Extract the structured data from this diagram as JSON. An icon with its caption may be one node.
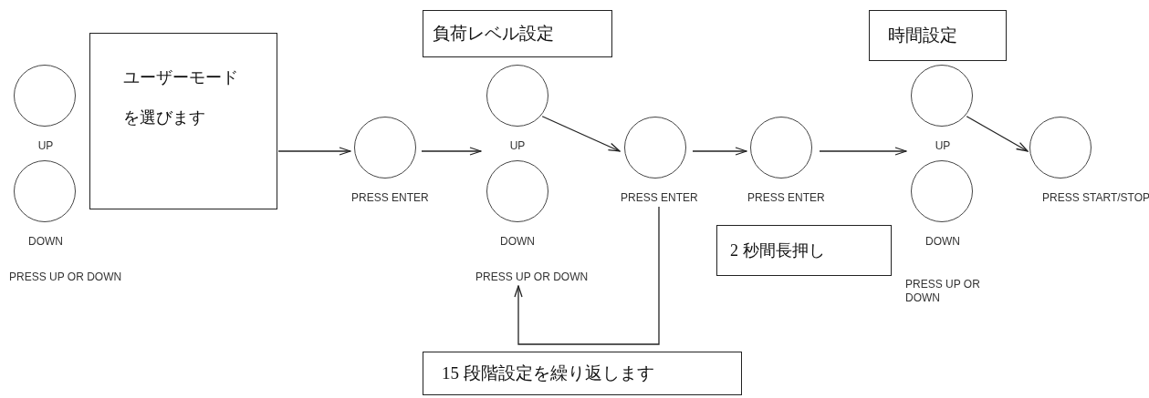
{
  "diagram": {
    "nodes": [
      {
        "text": [],
        "shape": "circle",
        "beside": [
          "UP"
        ]
      },
      {
        "text": [],
        "shape": "circle",
        "beside": [
          "DOWN",
          "PRESS UP OR DOWN"
        ]
      },
      {
        "text": [
          "ユーザーモードを選びます"
        ]
      },
      {
        "text": [],
        "shape": "circle",
        "beside": [
          "PRESS ENTER"
        ]
      },
      {
        "text": [
          "負荷レベル設定"
        ]
      },
      {
        "text": [],
        "shape": "circle",
        "beside": [
          "UP"
        ]
      },
      {
        "text": [],
        "shape": "circle",
        "beside": [
          "DOWN",
          "PRESS UP OR DOWN"
        ]
      },
      {
        "text": [],
        "shape": "circle",
        "beside": [
          "PRESS ENTER"
        ]
      },
      {
        "text": [],
        "shape": "circle",
        "beside": [
          "PRESS ENTER"
        ]
      },
      {
        "text": [
          "2 秒間長押し"
        ]
      },
      {
        "text": [
          "時間設定"
        ]
      },
      {
        "text": [],
        "shape": "circle",
        "beside": [
          "UP"
        ]
      },
      {
        "text": [],
        "shape": "circle",
        "beside": [
          "DOWN"
        ]
      },
      {
        "text": [],
        "shape": "circle",
        "beside": [
          "PRESS START/STOP"
        ]
      },
      {
        "text": [
          "15 段階設定を繰り返します"
        ]
      }
    ],
    "edges": [
      {
        "from": 2,
        "to": 3,
        "arrow": "to"
      },
      {
        "from": 3,
        "to": 5,
        "arrow": "to"
      },
      {
        "from": 5,
        "to": 7,
        "arrow": "to"
      },
      {
        "from": 7,
        "to": 8,
        "arrow": "to"
      },
      {
        "from": 8,
        "to": 11,
        "arrow": "to"
      },
      {
        "from": 11,
        "to": 13,
        "arrow": "to"
      },
      {
        "from": 7,
        "to": 6,
        "arrow": "to"
      }
    ],
    "labels": [
      "PRESS UP OR DOWN"
    ]
  }
}
